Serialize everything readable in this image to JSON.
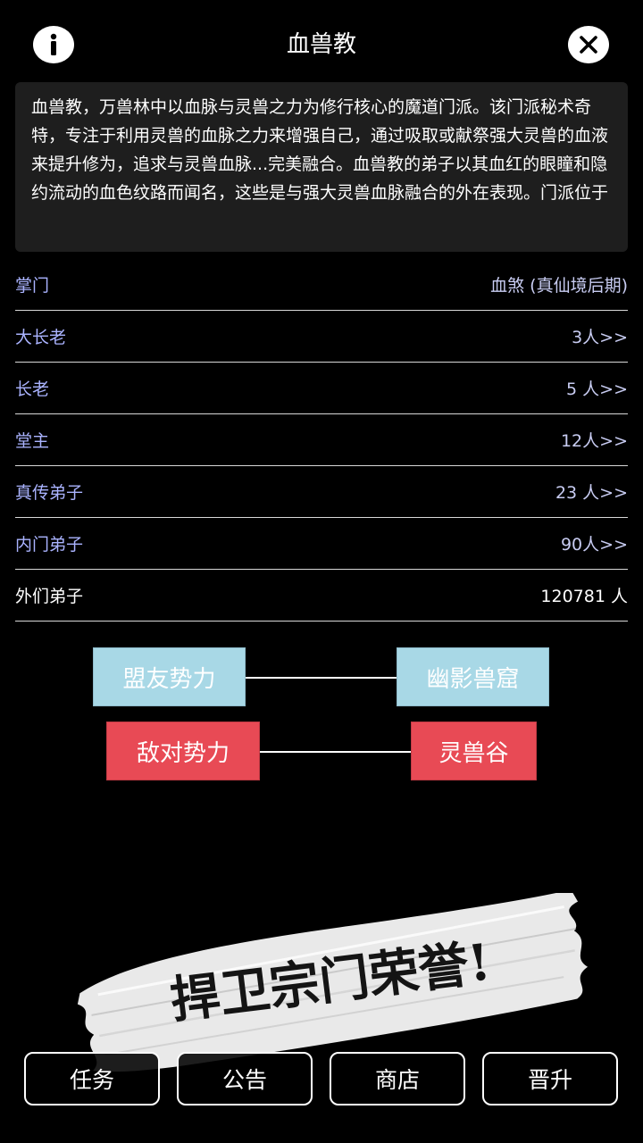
{
  "header": {
    "title": "血兽教",
    "info_icon": "info-icon",
    "close_icon": "close-icon"
  },
  "description": "血兽教，万兽林中以血脉与灵兽之力为修行核心的魔道门派。该门派秘术奇特，专注于利用灵兽的血脉之力来增强自己，通过吸取或献祭强大灵兽的血液来提升修为，追求与灵兽血脉...完美融合。血兽教的弟子以其血红的眼瞳和隐约流动的血色纹路而闻名，这些是与强大灵兽血脉融合的外在表现。门派位于",
  "ranks": [
    {
      "label": "掌门",
      "value": "血煞 (真仙境后期)"
    },
    {
      "label": "大长老",
      "value": "3人>>"
    },
    {
      "label": "长老",
      "value": "5 人>>"
    },
    {
      "label": "堂主",
      "value": "12人>>"
    },
    {
      "label": "真传弟子",
      "value": "23 人>>"
    },
    {
      "label": "内门弟子",
      "value": "90人>>"
    },
    {
      "label": "外们弟子",
      "value": "120781 人"
    }
  ],
  "relations": {
    "ally_label": "盟友势力",
    "ally_name": "幽影兽窟",
    "enemy_label": "敌对势力",
    "enemy_name": "灵兽谷"
  },
  "banner_text": "捍卫宗门荣誉!",
  "nav": {
    "tasks": "任务",
    "notice": "公告",
    "shop": "商店",
    "promote": "晋升"
  },
  "colors": {
    "background": "#000000",
    "ally": "#a8d8e6",
    "enemy": "#e84a55",
    "label": "#aab3ff"
  }
}
